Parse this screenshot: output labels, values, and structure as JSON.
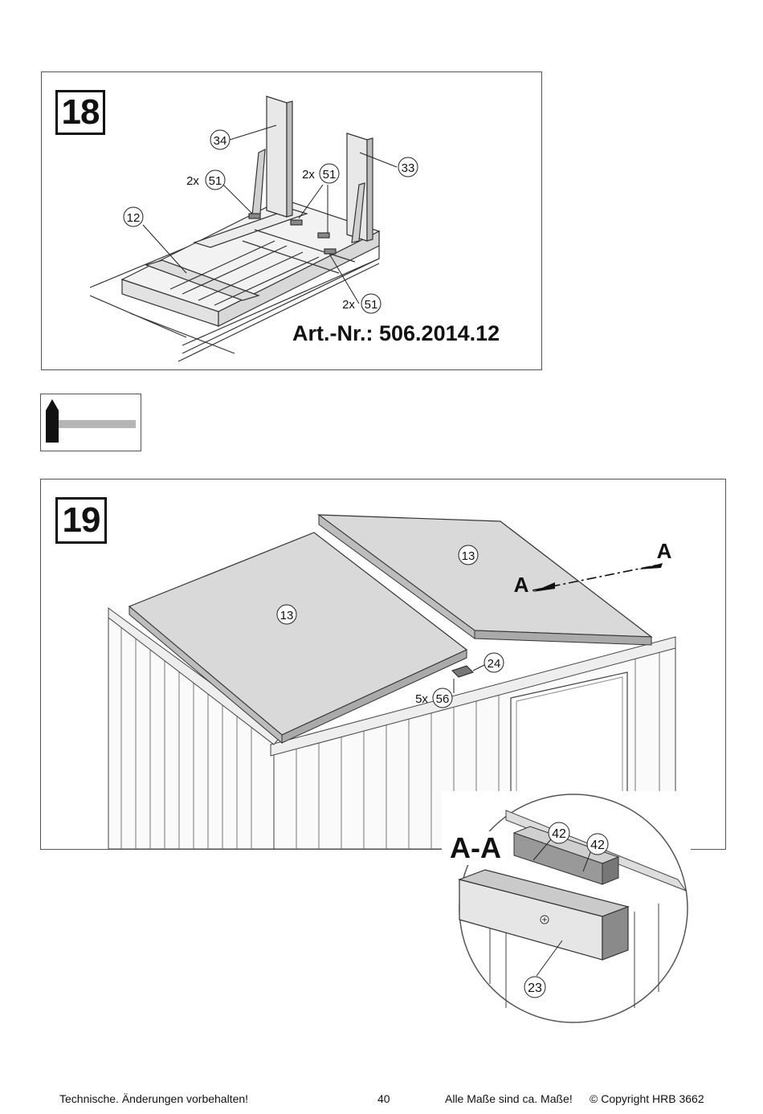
{
  "step18": {
    "number": "18",
    "art_nr": "Art.-Nr.: 506.2014.12",
    "callouts": {
      "p34": "34",
      "p33": "33",
      "p12": "12",
      "qty_a": "2x",
      "p51a": "51",
      "qty_b": "2x",
      "p51b": "51",
      "qty_c": "2x",
      "p51c": "51"
    }
  },
  "tool": {
    "icon": "hammer-icon"
  },
  "step19": {
    "number": "19",
    "callouts": {
      "p13_left": "13",
      "p13_right": "13",
      "p24": "24",
      "qty_56": "5x",
      "p56": "56",
      "sec_a1": "A",
      "sec_a2": "A"
    },
    "detail": {
      "label": "A-A",
      "p42a": "42",
      "p42b": "42",
      "p23": "23"
    }
  },
  "footer": {
    "left": "Technische. Änderungen vorbehalten!",
    "page": "40",
    "measure": "Alle Maße sind ca. Maße!",
    "copyright": "© Copyright HRB 3662"
  }
}
